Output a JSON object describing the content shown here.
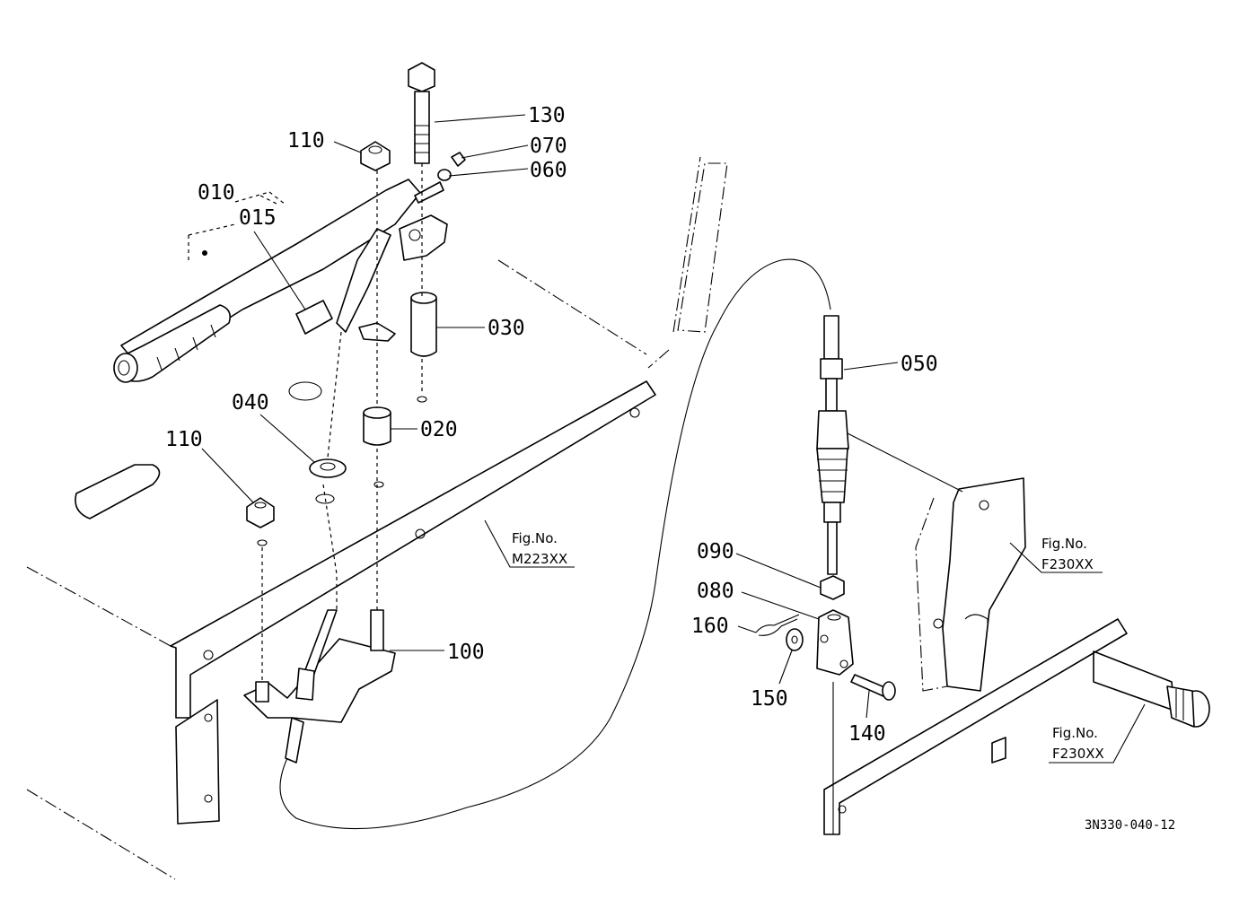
{
  "parts": {
    "p010": "010",
    "p015": "015",
    "p020": "020",
    "p030": "030",
    "p040": "040",
    "p050": "050",
    "p060": "060",
    "p070": "070",
    "p080": "080",
    "p090": "090",
    "p100": "100",
    "p110a": "110",
    "p110b": "110",
    "p130": "130",
    "p140": "140",
    "p150": "150",
    "p160": "160"
  },
  "fig_refs": {
    "ref1_title": "Fig.No.",
    "ref1_code": "M223XX",
    "ref2_title": "Fig.No.",
    "ref2_code": "F230XX",
    "ref3_title": "Fig.No.",
    "ref3_code": "F230XX"
  },
  "drawing_code": "3N330-040-12"
}
